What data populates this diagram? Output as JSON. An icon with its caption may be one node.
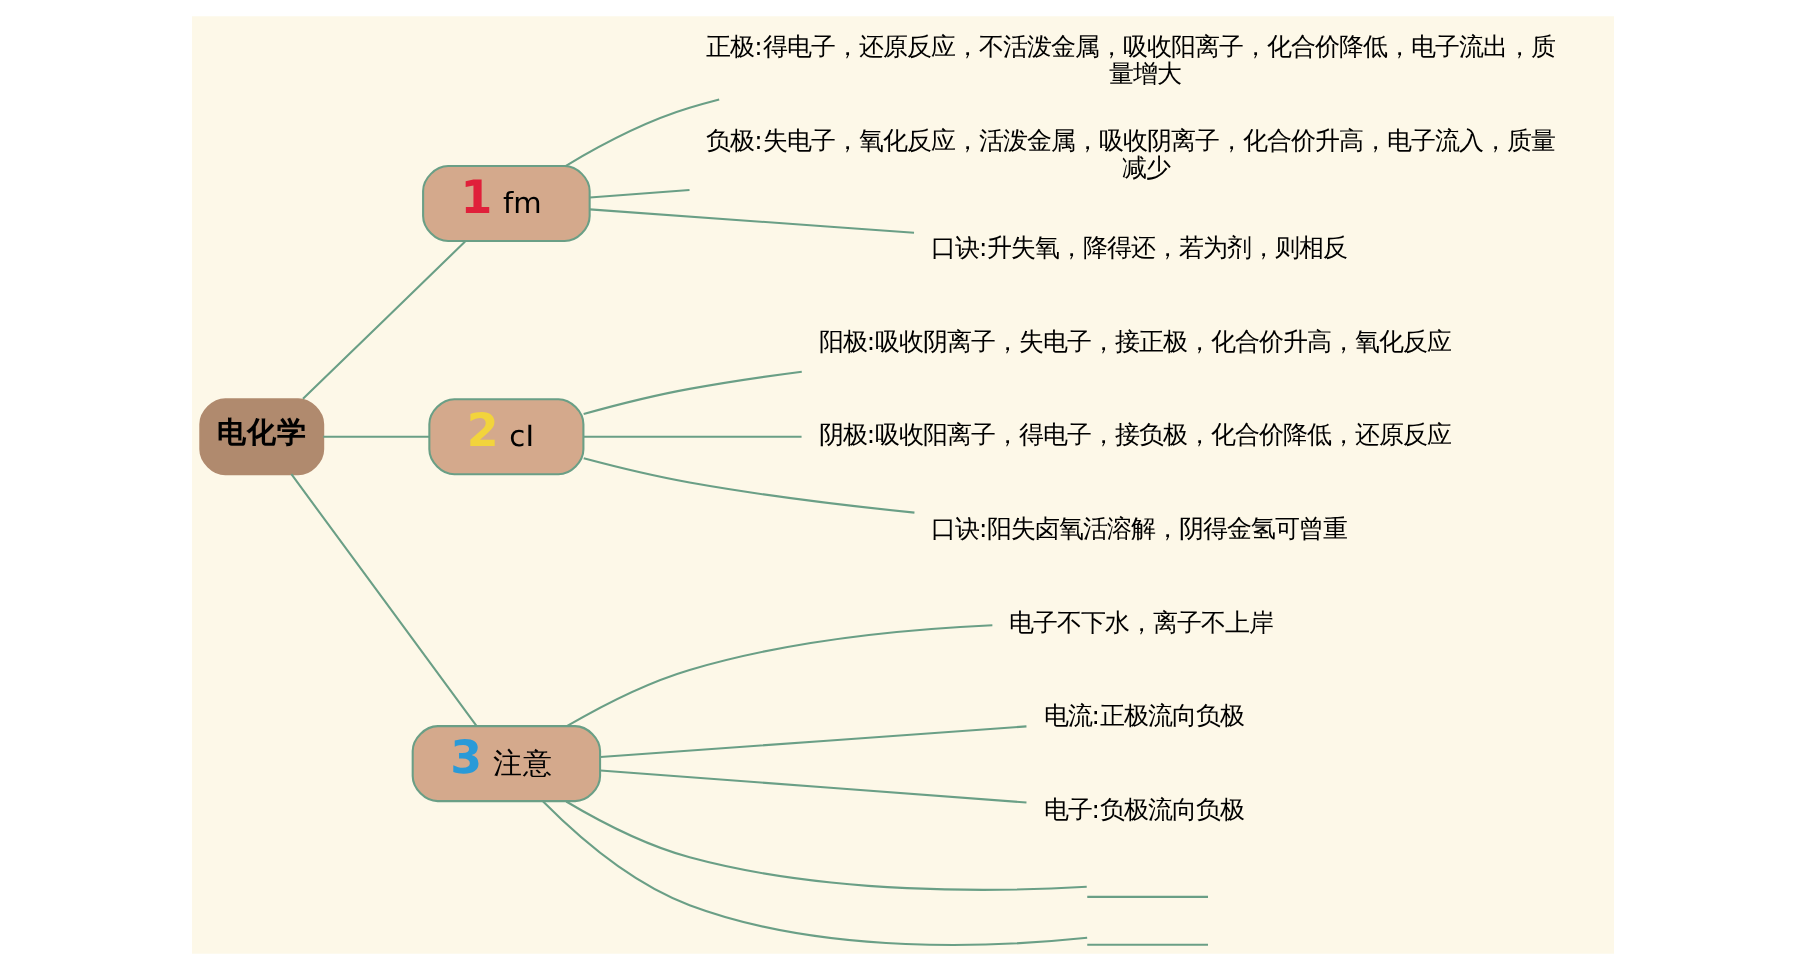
{
  "diagram": {
    "nodes": [
      {
        "text": [
          "电化学"
        ]
      },
      {
        "text": [
          "1",
          "fm"
        ]
      },
      {
        "text": [
          "正极:得电子，还原反应，不活泼金属，吸收阳离子，化合价降低，电子流出，质量增大"
        ]
      },
      {
        "text": [
          "负极:失电子，氧化反应，活泼金属，吸收阴离子，化合价升高，电子流入，质量减少"
        ]
      },
      {
        "text": [
          "口诀:升失氧，降得还，若为剂，则相反"
        ]
      },
      {
        "text": [
          "2",
          "cI"
        ]
      },
      {
        "text": [
          "阳极:吸收阴离子，失电子，接正极，化合价升高，氧化反应"
        ]
      },
      {
        "text": [
          "阴极:吸收阳离子，得电子，接负极，化合价降低，还原反应"
        ]
      },
      {
        "text": [
          "口诀:阳失卤氧活溶解，阴得金氢可曾重"
        ]
      },
      {
        "text": [
          "3",
          "注意"
        ]
      },
      {
        "text": [
          "电子不下水，离子不上岸"
        ]
      },
      {
        "text": [
          "电流:正极流向负极"
        ]
      },
      {
        "text": [
          "电子:负极流向负极"
        ]
      },
      {
        "text": [],
        "shape": "line"
      },
      {
        "text": [],
        "shape": "line"
      }
    ],
    "edges": [
      {
        "from": 0,
        "to": 1,
        "arrow": "none"
      },
      {
        "from": 1,
        "to": 2,
        "arrow": "none"
      },
      {
        "from": 1,
        "to": 3,
        "arrow": "none"
      },
      {
        "from": 1,
        "to": 4,
        "arrow": "none"
      },
      {
        "from": 0,
        "to": 5,
        "arrow": "none"
      },
      {
        "from": 5,
        "to": 6,
        "arrow": "none"
      },
      {
        "from": 5,
        "to": 7,
        "arrow": "none"
      },
      {
        "from": 5,
        "to": 8,
        "arrow": "none"
      },
      {
        "from": 0,
        "to": 9,
        "arrow": "none"
      },
      {
        "from": 9,
        "to": 10,
        "arrow": "none"
      },
      {
        "from": 9,
        "to": 11,
        "arrow": "none"
      },
      {
        "from": 9,
        "to": 12,
        "arrow": "none"
      },
      {
        "from": 9,
        "to": 13,
        "arrow": "none"
      },
      {
        "from": 9,
        "to": 14,
        "arrow": "none"
      }
    ]
  }
}
